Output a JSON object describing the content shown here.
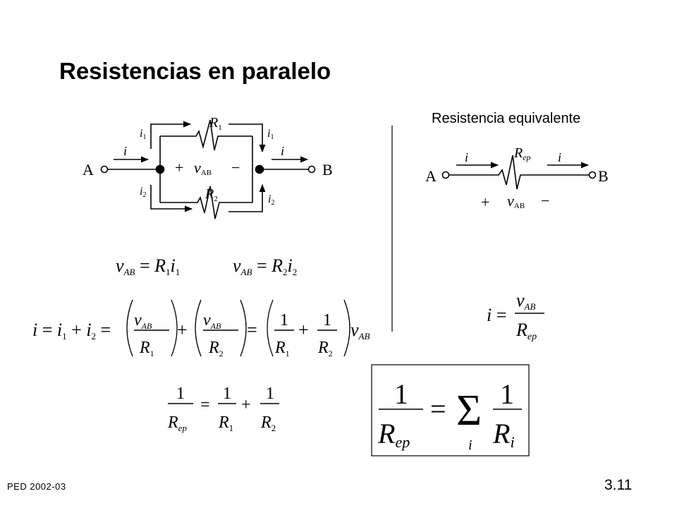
{
  "title": "Resistencias en paralelo",
  "equivalent_label": "Resistencia equivalente",
  "footer": {
    "left": "PED   2002-03",
    "page": "3.11"
  },
  "circuit": {
    "node_a": "A",
    "node_b": "B",
    "current": "i",
    "plus": "+",
    "minus": "−",
    "voltage": "v",
    "voltage_sub": "AB",
    "r": "R",
    "branch1_sub": "1",
    "branch2_sub": "2"
  },
  "equivalent_circuit": {
    "resistor_sub": "ep"
  },
  "equations": {
    "ohm": "v_AB = R1·i1    v_AB = R2·i2",
    "kcl": "i = i1 + i2 = (v_AB/R1) + (v_AB/R2) = (1/R1 + 1/R2)·v_AB",
    "eq_current": "i = v_AB / R_ep",
    "eq_two": "1/R_ep = 1/R1 + 1/R2",
    "eq_general": "1/R_ep = Σ_i 1/R_i"
  }
}
